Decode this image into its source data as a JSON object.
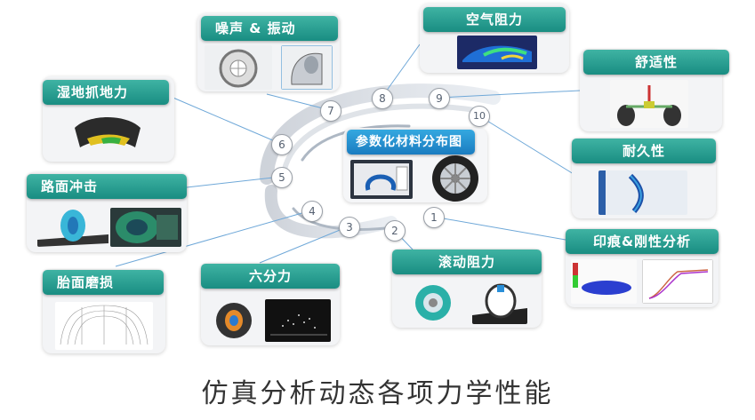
{
  "caption": "仿真分析动态各项力学性能",
  "center_label": "参数化材料分布图",
  "cards": [
    {
      "key": "noise",
      "label": "噪声 & 振动"
    },
    {
      "key": "aero",
      "label": "空气阻力"
    },
    {
      "key": "comfort",
      "label": "舒适性"
    },
    {
      "key": "wetgrip",
      "label": "湿地抓地力"
    },
    {
      "key": "durability",
      "label": "耐久性"
    },
    {
      "key": "impact",
      "label": "路面冲击"
    },
    {
      "key": "footprint",
      "label": "印痕&刚性分析"
    },
    {
      "key": "rolling",
      "label": "滚动阻力"
    },
    {
      "key": "wear",
      "label": "胎面磨损"
    },
    {
      "key": "sixforce",
      "label": "六分力"
    }
  ],
  "nodes": [
    "1",
    "2",
    "3",
    "4",
    "5",
    "6",
    "7",
    "8",
    "9",
    "10"
  ],
  "colors": {
    "label_teal": "#198d82",
    "label_blue": "#1a7cc0",
    "card_bg": "#f3f4f6"
  }
}
